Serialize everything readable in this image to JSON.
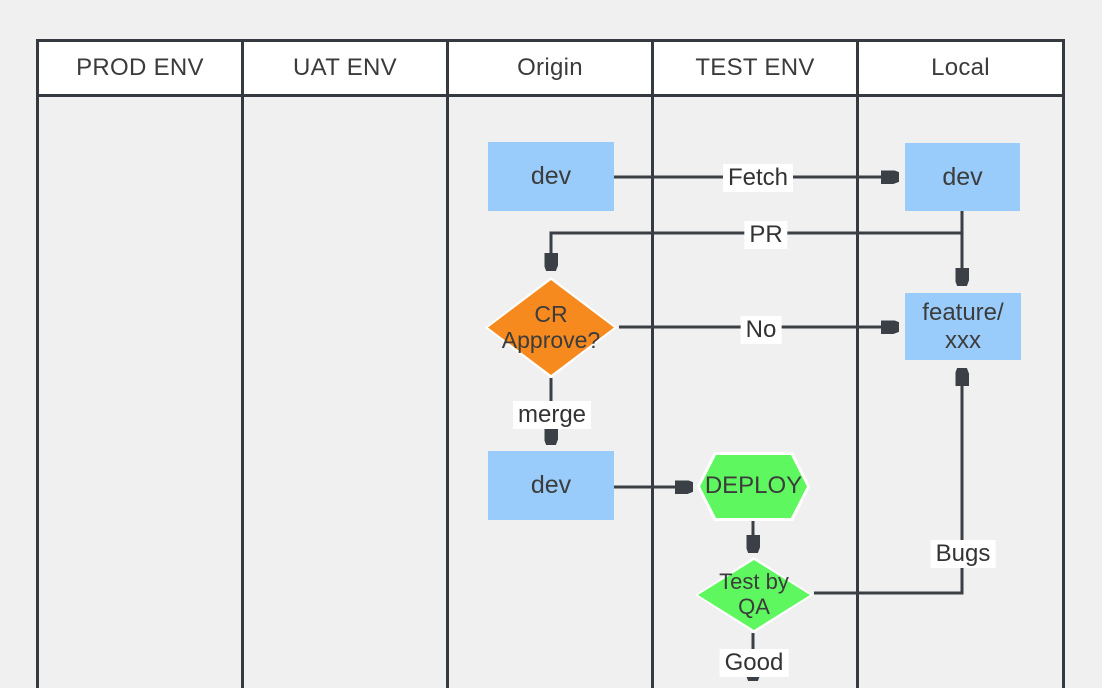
{
  "lanes": [
    {
      "title": "PROD ENV"
    },
    {
      "title": "UAT ENV"
    },
    {
      "title": "Origin"
    },
    {
      "title": "TEST ENV"
    },
    {
      "title": "Local"
    }
  ],
  "nodes": {
    "origin_dev": {
      "label": "dev",
      "type": "rectangle"
    },
    "local_dev": {
      "label": "dev",
      "type": "rectangle"
    },
    "feature_xxx": {
      "label": "feature/\nxxx",
      "type": "rectangle"
    },
    "cr_approve": {
      "label": "CR\nApprove?",
      "type": "decision-diamond"
    },
    "merged_dev": {
      "label": "dev",
      "type": "rectangle"
    },
    "deploy": {
      "label": "DEPLOY",
      "type": "hexagon"
    },
    "test_by_qa": {
      "label": "Test by\nQA",
      "type": "decision-diamond"
    }
  },
  "edge_labels": {
    "fetch": "Fetch",
    "pr": "PR",
    "no": "No",
    "merge": "merge",
    "bugs": "Bugs",
    "good": "Good"
  },
  "colors": {
    "node_blue": "#99ccfa",
    "node_orange": "#f78a1e",
    "node_green": "#5ff75f",
    "line_dark": "#3a4046",
    "lane_bg": "#efefef",
    "header_bg": "#ffffff"
  }
}
